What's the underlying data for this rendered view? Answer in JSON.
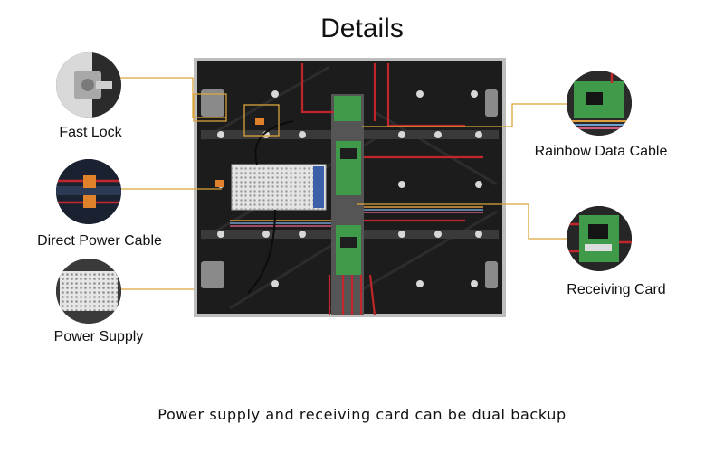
{
  "title": "Details",
  "callouts": {
    "fast_lock": "Fast Lock",
    "direct_power_cable": "Direct Power Cable",
    "power_supply": "Power Supply",
    "rainbow_data_cable": "Rainbow Data Cable",
    "receiving_card": "Receiving Card"
  },
  "footer": "Power supply and receiving card can be dual backup",
  "colors": {
    "leader_line": "#d9a53a",
    "cabinet_frame": "#1c1c1c",
    "pcb_green": "#3f9a4a",
    "cable_red": "#c0262c"
  }
}
